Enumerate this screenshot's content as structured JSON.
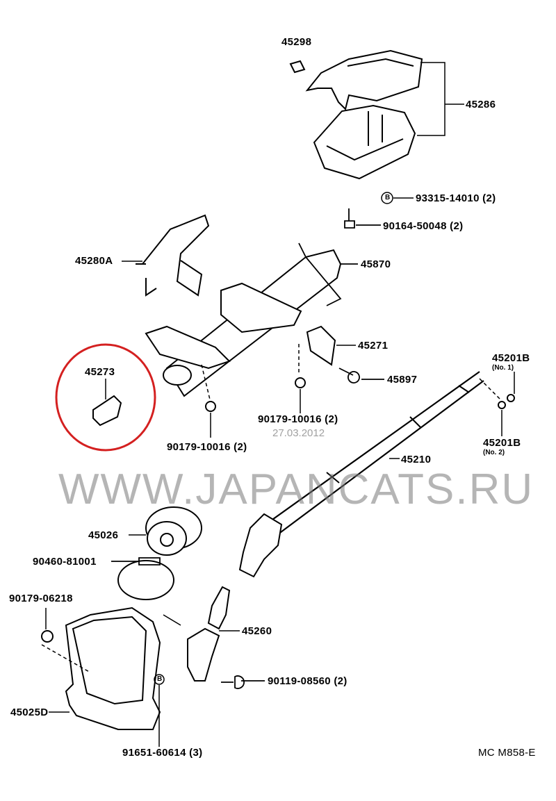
{
  "diagram": {
    "watermark": "WWW.JAPANCATS.RU",
    "date_stamp": "27.03.2012",
    "code": "MC M858-E",
    "highlight_color": "#d42020",
    "labels": {
      "p45298": "45298",
      "p45286": "45286",
      "p93315": "93315-14010 (2)",
      "p90164": "90164-50048 (2)",
      "p45280A": "45280A",
      "p45870": "45870",
      "p45271": "45271",
      "p45897": "45897",
      "p45273": "45273",
      "p45201B1": "45201B",
      "p45201B1_note": "(No. 1)",
      "p45201B2": "45201B",
      "p45201B2_note": "(No. 2)",
      "p90179a": "90179-10016 (2)",
      "p90179b": "90179-10016 (2)",
      "p45210": "45210",
      "p45026": "45026",
      "p90460": "90460-81001",
      "p90179c": "90179-06218",
      "p45260": "45260",
      "p90119": "90119-08560 (2)",
      "p45025D": "45025D",
      "p91651": "91651-60614 (3)",
      "b_mark": "B"
    }
  }
}
